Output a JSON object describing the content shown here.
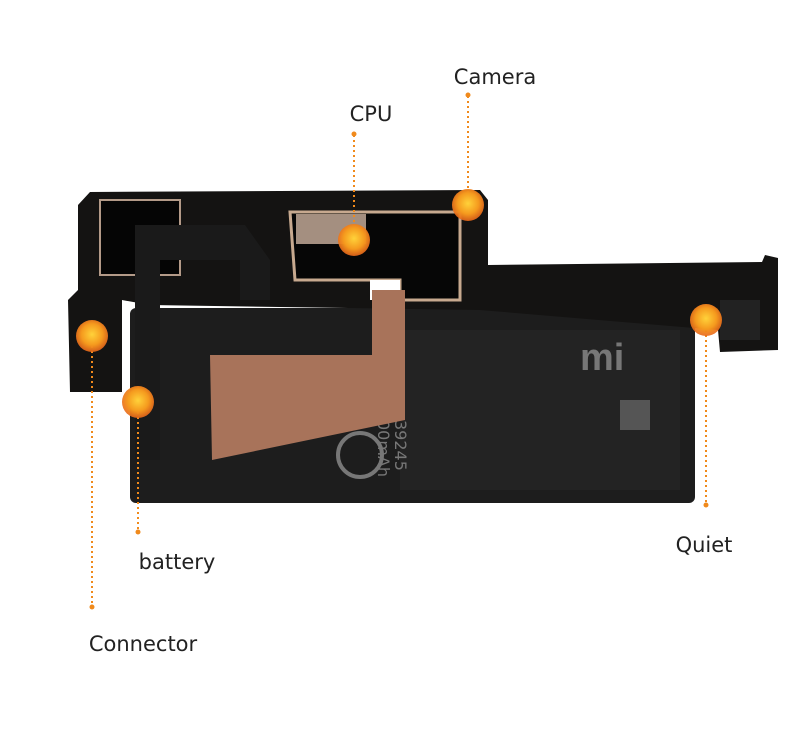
{
  "colors": {
    "accent": "#f08a1c",
    "board": "#151413",
    "battery": "#1c1c1c",
    "copper": "#a8735a"
  },
  "battery_print": {
    "brand": "mi",
    "model": "39245",
    "capacity": "00mAh"
  },
  "hotspots": [
    {
      "id": "camera",
      "label": "Camera"
    },
    {
      "id": "cpu",
      "label": "CPU"
    },
    {
      "id": "quiet",
      "label": "Quiet"
    },
    {
      "id": "battery",
      "label": "battery"
    },
    {
      "id": "connector",
      "label": "Connector"
    }
  ]
}
